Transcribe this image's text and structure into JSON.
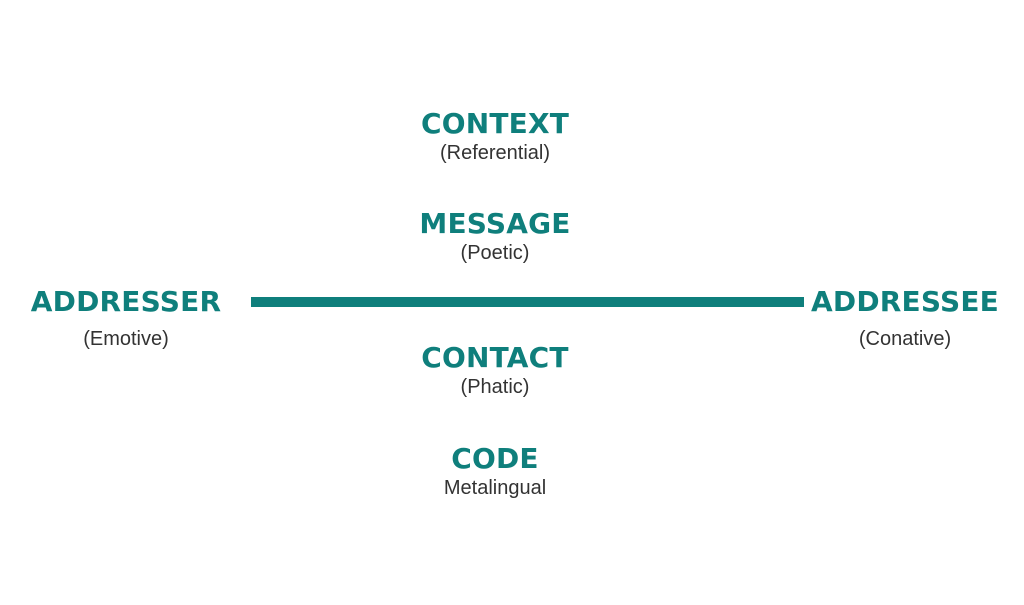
{
  "diagram": {
    "accent_color": "#0f7f7c",
    "text_color": "#333333",
    "nodes": {
      "context": {
        "title": "CONTEXT",
        "subtitle": "(Referential)"
      },
      "message": {
        "title": "MESSAGE",
        "subtitle": "(Poetic)"
      },
      "contact": {
        "title": "CONTACT",
        "subtitle": "(Phatic)"
      },
      "code": {
        "title": "CODE",
        "subtitle": "Metalingual"
      },
      "addresser": {
        "title": "ADDRESSER",
        "subtitle": "(Emotive)"
      },
      "addressee": {
        "title": "ADDRESSEE",
        "subtitle": "(Conative)"
      }
    }
  }
}
